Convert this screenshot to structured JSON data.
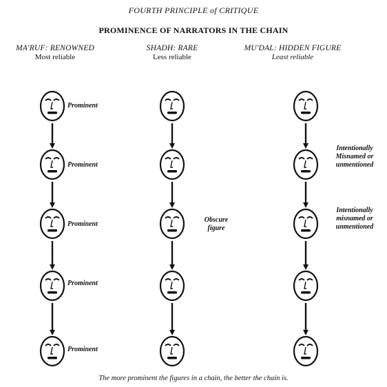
{
  "header": {
    "principle": "FOURTH PRINCIPLE of CRITIQUE",
    "title": "PROMINENCE OF NARRATORS IN THE CHAIN"
  },
  "columns": [
    {
      "title": "MA'RUF: RENOWNED",
      "subtitle": "Most reliable",
      "nodes": [
        "Prominent",
        "Prominent",
        "Prominent",
        "Prominent",
        "Prominent"
      ]
    },
    {
      "title": "SHADH: RARE",
      "subtitle": "Less reliable",
      "nodes": [
        "",
        "",
        "Obscure figure",
        "",
        ""
      ]
    },
    {
      "title": "MU'DAL: HIDDEN FIGURE",
      "subtitle": "Least reliable",
      "nodes": [
        "",
        "Intentionally Misnamed or unmentioned",
        "Intentionally misnamed or unmentioned",
        "",
        ""
      ]
    }
  ],
  "caption": "The more prominent the figures in a chain, the better the chain is."
}
